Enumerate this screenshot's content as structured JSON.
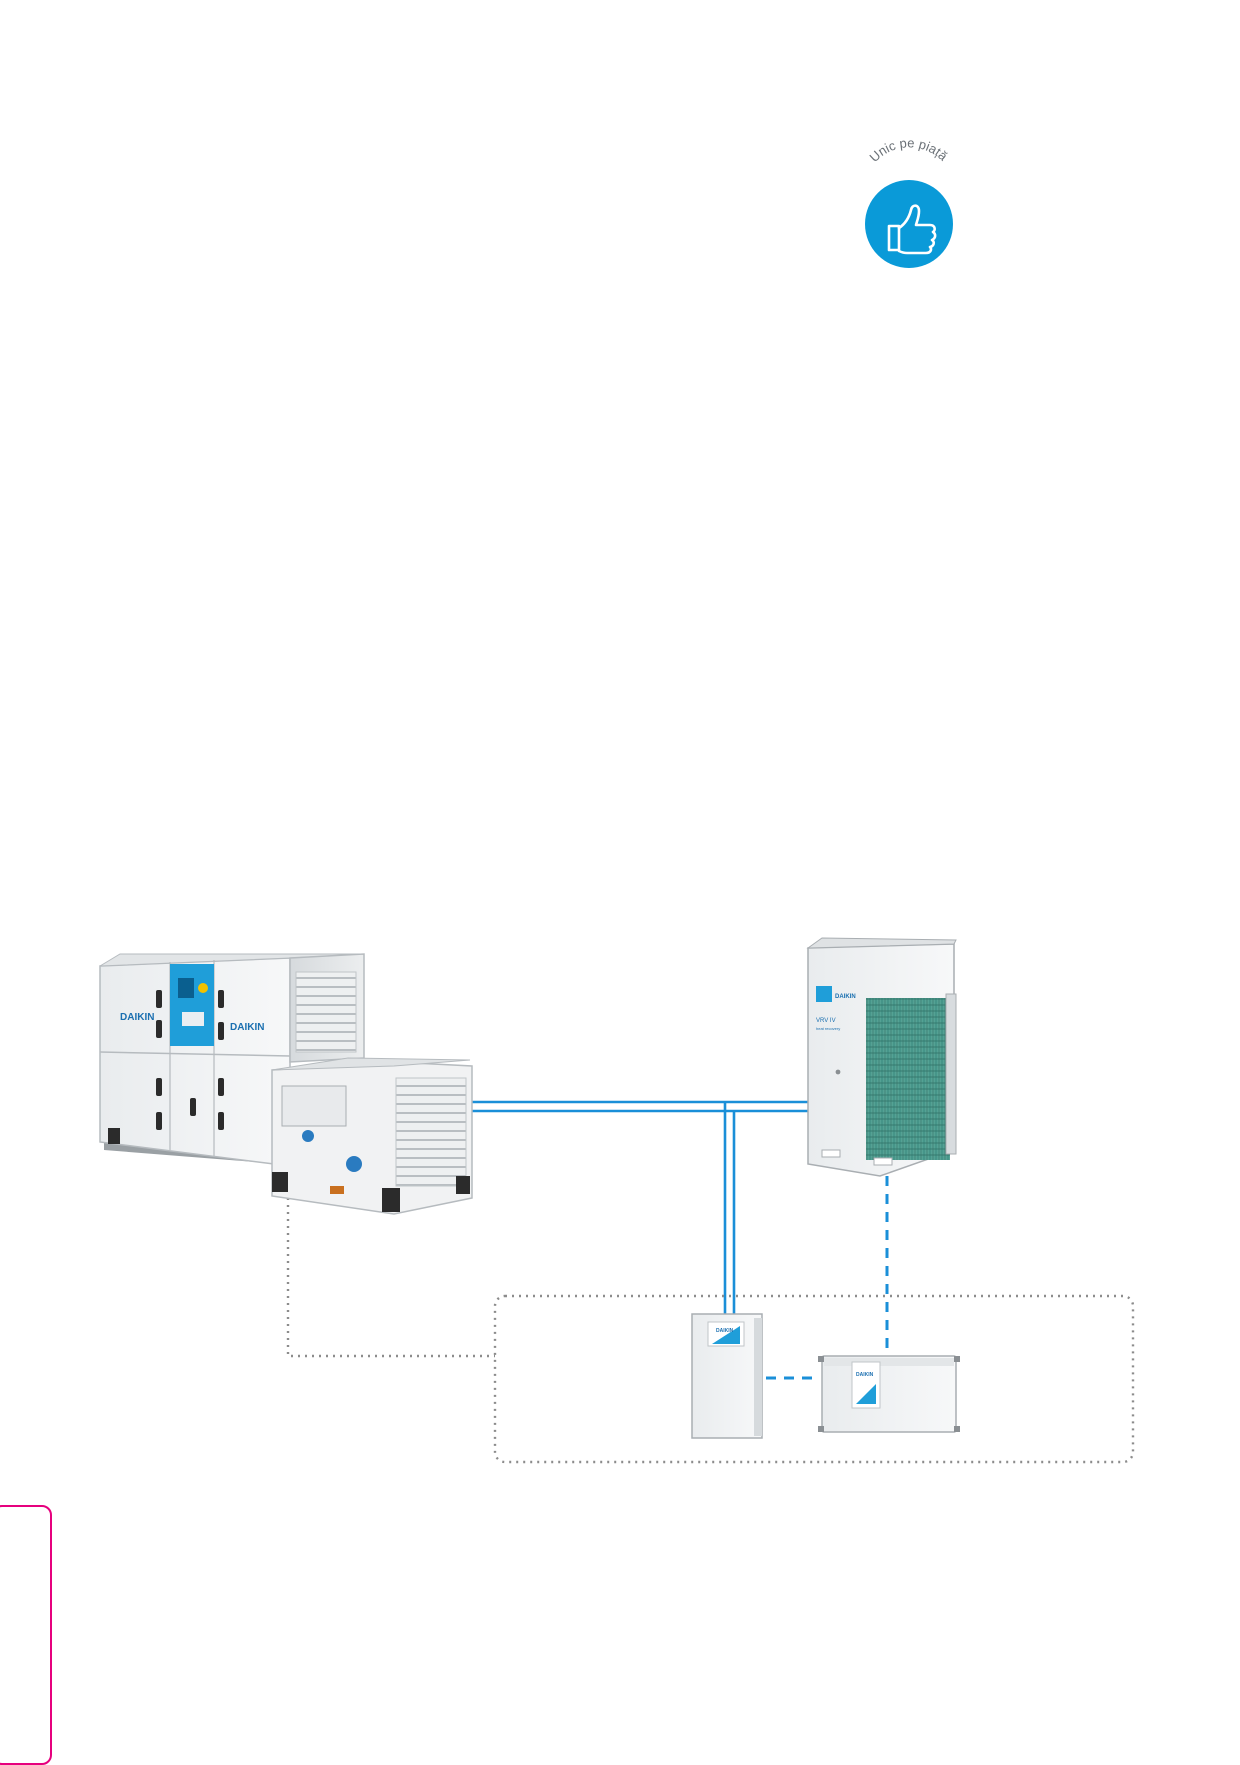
{
  "badge": {
    "label": "Unic pe piață",
    "icon": "thumbs-up-icon",
    "color": "#0a9ad8"
  },
  "products": {
    "ahu": {
      "brand_logos": [
        "DAIKIN",
        "DAIKIN"
      ]
    },
    "outdoor_unit": {
      "brand_logo": "DAIKIN",
      "model_label": "VRV IV",
      "model_sublabel": "heat recovery"
    },
    "control_box_1": {
      "brand_logo": "DAIKIN"
    },
    "control_box_2": {
      "brand_logo": "DAIKIN"
    }
  },
  "colors": {
    "pipe": "#1a8fd8",
    "control_link": "#1a8fd8",
    "dotted_outline": "#8c8c8c",
    "accent_tab": "#e6007e",
    "panel_blue": "#1f9ed9"
  }
}
